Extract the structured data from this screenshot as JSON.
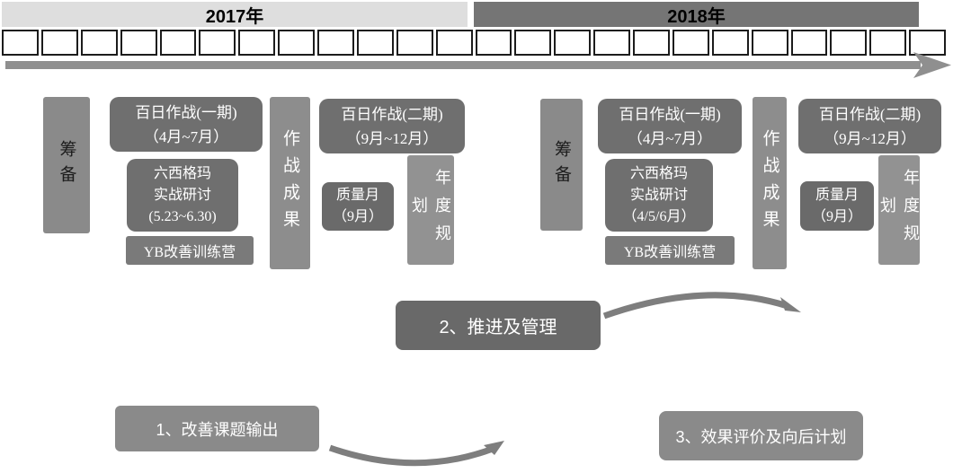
{
  "timeline": {
    "years": [
      {
        "label": "2017年"
      },
      {
        "label": "2018年"
      }
    ],
    "months_per_year": 12
  },
  "clusters": [
    {
      "prep": "筹备",
      "battle1": {
        "line1": "百日作战(一期)",
        "line2": "（4月~7月）"
      },
      "sixsigma": {
        "line1": "六西格玛",
        "line2": "实战研讨",
        "line3": "(5.23~6.30)"
      },
      "yb": "YB改善训练营",
      "results": "作战成果",
      "battle2": {
        "line1": "百日作战(二期)",
        "line2": "（9月~12月）"
      },
      "quality": {
        "line1": "质量月",
        "line2": "（9月）"
      },
      "annual": "年度规划"
    },
    {
      "prep": "筹备",
      "battle1": {
        "line1": "百日作战(一期)",
        "line2": "（4月~7月）"
      },
      "sixsigma": {
        "line1": "六西格玛",
        "line2": "实战研讨",
        "line3": "（4/5/6月）"
      },
      "yb": "YB改善训练营",
      "results": "作战成果",
      "battle2": {
        "line1": "百日作战(二期)",
        "line2": "（9月~12月）"
      },
      "quality": {
        "line1": "质量月",
        "line2": "（9月）"
      },
      "annual": "年度规划"
    }
  ],
  "callouts": {
    "step1": "1、改善课题输出",
    "step2": "2、推进及管理",
    "step3": "3、效果评价及向后计划"
  },
  "colors": {
    "year_2017_bg": "#dedede",
    "year_2018_bg": "#757575",
    "ruler_border": "#1c1c1c",
    "axis_arrow": "#8f8f8f",
    "box_dark": "#6f6f6f",
    "box_medium": "#8a8a8a",
    "box_light": "#929292",
    "callout_dark": "#696969",
    "curve_arrow": "#7e7e7e",
    "text_light": "#ffffff",
    "text_dark": "#000000"
  }
}
